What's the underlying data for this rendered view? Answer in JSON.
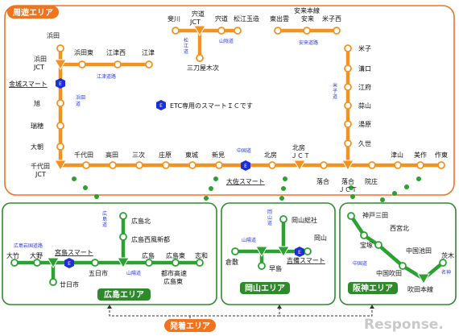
{
  "titles": {
    "shuyu": "周遊エリア",
    "hiroshima": "広島エリア",
    "okayama": "岡山エリア",
    "hanshin": "阪神エリア",
    "hatchaku": "発着エリア"
  },
  "legend": {
    "text": "ETC専用のスマートＩＣです",
    "icon": "E"
  },
  "watermark": "Response.",
  "watermark_sub": "esponse",
  "orange": {
    "hamada": "浜田",
    "hamada_jct": "浜田\nJCT",
    "hamada_higashi": "浜田東",
    "gotsu_nishi": "江津西",
    "gotsu": "江津",
    "kanagi": "金城スマート",
    "asahi": "旭",
    "mizuho": "瑞穂",
    "oasa": "大朝",
    "chiyoda_jct": "千代田\nJCT",
    "chiyoda": "千代田",
    "takata": "高田",
    "miyoshi": "三次",
    "shobara": "庄原",
    "tojo": "東城",
    "niimi": "新見",
    "osa": "大佐スマート",
    "hokubo": "北房",
    "hokubo_jct": "北房\nJCT",
    "ochiai": "落合",
    "ochiai_jct": "落合\nJCT",
    "innosho": "院庄",
    "tsuyama": "津山",
    "mimasaka": "美作",
    "sakushu": "作東",
    "hikawa": "斐川",
    "shinji_jct": "宍道\nJCT",
    "shinji": "宍道",
    "matsue_tamatsukuri": "松江玉造",
    "mitoya": "三刀屋木次",
    "higashi_izumo": "東出雲",
    "yasugi": "安来",
    "yonago_nishi": "米子西",
    "yasugi_honsen": "安来本線",
    "yonago": "米子",
    "mizoguchi": "溝口",
    "kofu": "江府",
    "hiruzen": "蒜山",
    "yubara": "湯原",
    "kuse": "久世",
    "roads": {
      "gotsu_doro": "江津道路",
      "hamada_do": "浜田道",
      "matsue_do": "松江道",
      "sanin_do": "山陰道",
      "yasugi_doro": "安来道路",
      "yonago_do": "米子道",
      "chugoku_do": "中国道"
    }
  },
  "hiroshima": {
    "hiroshima_kita": "広島北",
    "hiroshima_nishi": "広島西風新都",
    "hiroshima": "広島",
    "hiroshima_higashi": "広島東",
    "shiwa": "志和",
    "otake": "大竹",
    "ono": "大野",
    "miyajima": "宮島スマート",
    "hatsukaichi": "廿日市",
    "itsukaichi": "五日市",
    "toshi": "都市高速\n広島東",
    "roads": {
      "iwakuni": "広島岩国道路",
      "hiroshima_do": "広島道",
      "sanyo_do": "山陽道"
    }
  },
  "okayama": {
    "soja": "岡山総社",
    "okayama": "岡山",
    "kurashiki": "倉敷",
    "hayashima": "早島",
    "kibi": "吉備スマート",
    "roads": {
      "okayama_do": "岡山道",
      "sanyo_do": "山陽道"
    }
  },
  "hanshin": {
    "kobe_sanda": "神戸三田",
    "nishinomiya_kita": "西宮北",
    "takarazuka": "宝塚",
    "chugoku_ikeda": "中国池田",
    "chugoku_suita": "中国吹田",
    "ibaraki": "茨木",
    "suita_honsen": "吹田本線",
    "roads": {
      "chugoku_do": "中国道",
      "meishin": "名神"
    }
  },
  "colors": {
    "orange": "#f5921e",
    "green": "#2aa130",
    "blue": "#1c2fd6",
    "title_orange": "#f0731e",
    "title_green": "#2f8a2b"
  }
}
